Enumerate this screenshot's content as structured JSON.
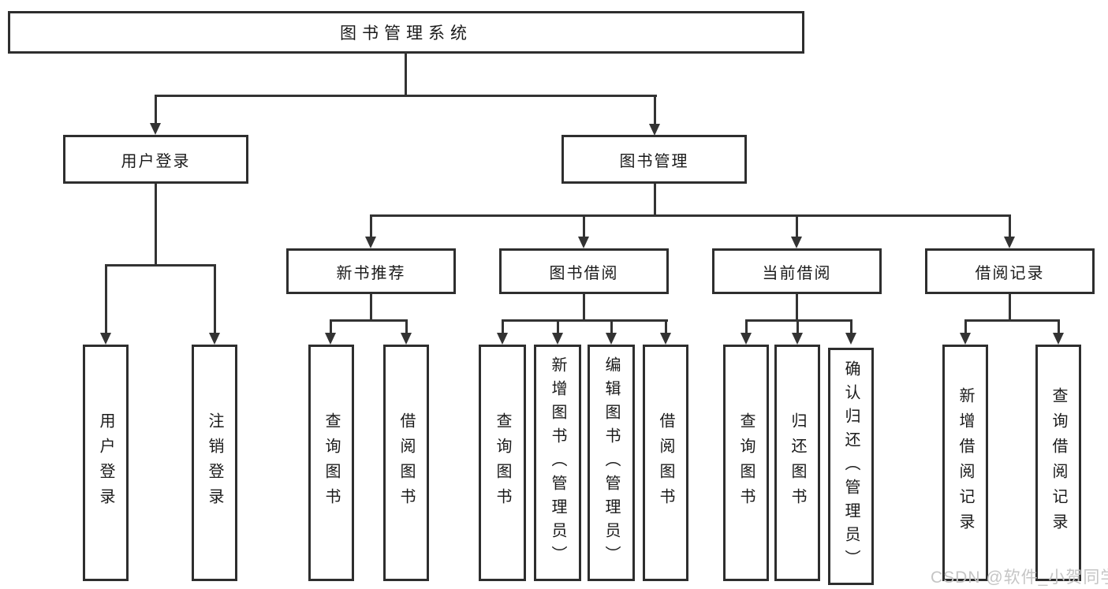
{
  "diagram": {
    "root": {
      "label": "图书管理系统"
    },
    "branches": [
      {
        "label": "用户登录",
        "leaves": [
          {
            "label": "用户登录"
          },
          {
            "label": "注销登录"
          }
        ]
      },
      {
        "label": "图书管理",
        "sections": [
          {
            "label": "新书推荐",
            "leaves": [
              {
                "label": "查询图书"
              },
              {
                "label": "借阅图书"
              }
            ]
          },
          {
            "label": "图书借阅",
            "leaves": [
              {
                "label": "查询图书"
              },
              {
                "label": "新增图书（管理员）"
              },
              {
                "label": "编辑图书（管理员）"
              },
              {
                "label": "借阅图书"
              }
            ]
          },
          {
            "label": "当前借阅",
            "leaves": [
              {
                "label": "查询图书"
              },
              {
                "label": "归还图书"
              },
              {
                "label": "确认归还（管理员）"
              }
            ]
          },
          {
            "label": "借阅记录",
            "leaves": [
              {
                "label": "新增借阅记录"
              },
              {
                "label": "查询借阅记录"
              }
            ]
          }
        ]
      }
    ]
  },
  "watermark": {
    "text": "CSDN @软件_小贺同学"
  },
  "colors": {
    "line": "#333333",
    "box_border": "#2e2e2e",
    "text": "#1a1a1a",
    "watermark": "#c5c5c5",
    "background": "#ffffff"
  }
}
